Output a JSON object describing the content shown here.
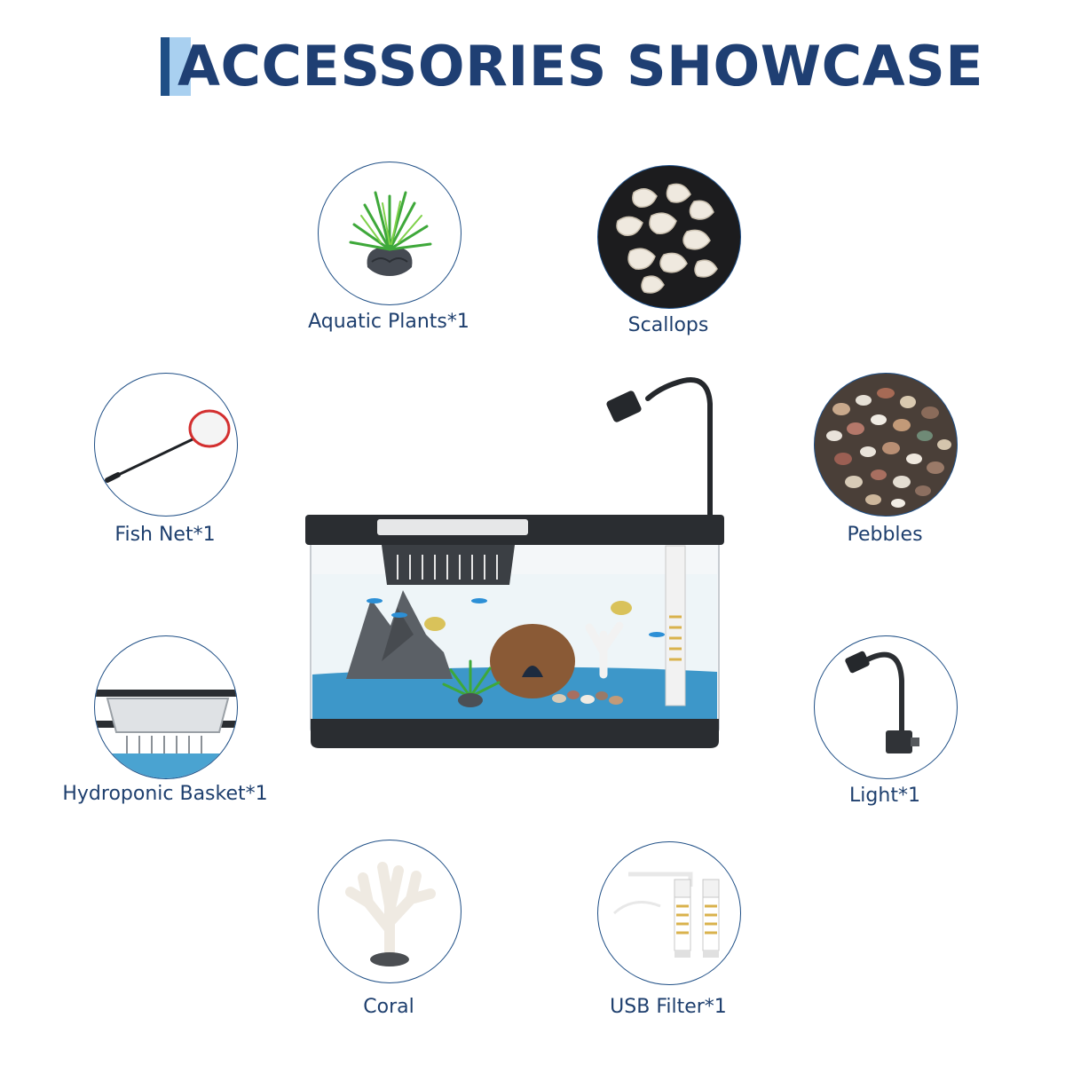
{
  "header": {
    "title": "ACCESSORIES SHOWCASE"
  },
  "accessories": [
    {
      "label": "Aquatic Plants*1",
      "icon": "aquatic-plant-icon"
    },
    {
      "label": "Scallops",
      "icon": "scallop-shells-icon"
    },
    {
      "label": "Fish Net*1",
      "icon": "fish-net-icon"
    },
    {
      "label": "Pebbles",
      "icon": "pebbles-icon"
    },
    {
      "label": "Hydroponic Basket*1",
      "icon": "hydroponic-basket-icon"
    },
    {
      "label": "Light*1",
      "icon": "aquarium-light-icon"
    },
    {
      "label": "Coral",
      "icon": "coral-icon"
    },
    {
      "label": "USB Filter*1",
      "icon": "usb-filter-icon"
    }
  ],
  "product": {
    "icon": "aquarium-tank-icon"
  },
  "colors": {
    "title": "#1f3f73",
    "accent": "#1f4f86",
    "accent_light": "#a9d0f0",
    "sand": "#3d97c9"
  }
}
